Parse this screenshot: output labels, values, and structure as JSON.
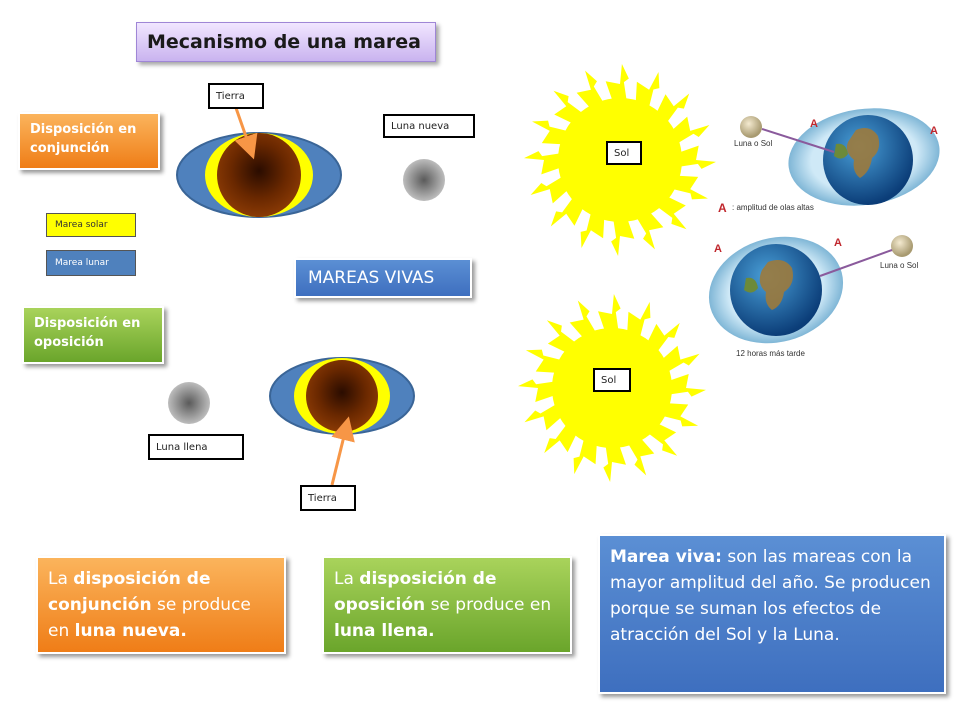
{
  "title": "Mecanismo de una marea",
  "headers": {
    "conjuncion": "Disposición en conjunción",
    "oposicion": "Disposición en oposición"
  },
  "legend": {
    "solar": "Marea solar",
    "lunar": "Marea lunar"
  },
  "center_label": "MAREAS VIVAS",
  "labels": {
    "tierra_top": "Tierra",
    "luna_nueva": "Luna nueva",
    "sol_top": "Sol",
    "sol_bottom": "Sol",
    "luna_llena": "Luna llena",
    "tierra_bottom": "Tierra"
  },
  "figure": {
    "a_mark": "A",
    "luna_o_sol_1": "Luna o Sol",
    "luna_o_sol_2": "Luna o Sol",
    "amplitud": ": amplitud de olas altas",
    "doce_horas": "12 horas más tarde"
  },
  "boxes": {
    "conjuncion": {
      "p1": "La ",
      "b1": "disposición de conjunción",
      "p2": " se produce en ",
      "b2": "luna nueva."
    },
    "oposicion": {
      "p1": "La ",
      "b1": "disposición de oposición",
      "p2": " se produce en ",
      "b2": "luna  llena."
    },
    "marea_viva": {
      "b1": "Marea viva:",
      "p1": " son las mareas con la mayor amplitud del año. Se producen porque se suman los efectos de atracción del Sol y la Luna."
    }
  },
  "colors": {
    "ocean": "#4f81bd",
    "tidal_bulge": "#ffff00",
    "earth": "#7a2e00",
    "sun": "#ffff00",
    "arrow": "#f79646",
    "moon": "#808080"
  }
}
